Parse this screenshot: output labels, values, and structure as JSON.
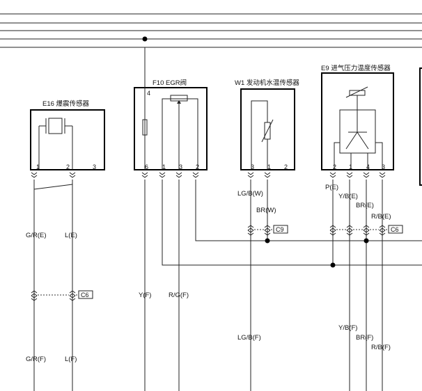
{
  "components": {
    "e16": {
      "title": "E16 爆震传感器",
      "pins": [
        "1",
        "2",
        "3"
      ]
    },
    "f10": {
      "title": "F10 EGR阀",
      "pin_top": "4",
      "pins": [
        "6",
        "1",
        "3",
        "2"
      ]
    },
    "w1": {
      "title": "W1 发动机水温传感器",
      "pins": [
        "3",
        "1",
        "2"
      ]
    },
    "e9": {
      "title": "E9 进气压力温度传感器",
      "pins": [
        "2",
        "1",
        "4",
        "3"
      ]
    }
  },
  "connectors": {
    "c6": "C6",
    "c9": "C9"
  },
  "wires": {
    "gr_e": "G/R(E)",
    "l_e": "L(E)",
    "gr_f": "G/R(F)",
    "l_f": "L(F)",
    "y_f": "Y(F)",
    "rg_f": "R/G(F)",
    "lgb_w": "LG/B(W)",
    "br_w": "BR(W)",
    "lgb_f": "LG/B(F)",
    "p_e": "P(E)",
    "yb_e": "Y/B(E)",
    "br_e": "BR(E)",
    "rb_e": "R/B(E)",
    "yb_f": "Y/B(F)",
    "br_f": "BR(F)",
    "rb_f": "R/B(F)"
  }
}
